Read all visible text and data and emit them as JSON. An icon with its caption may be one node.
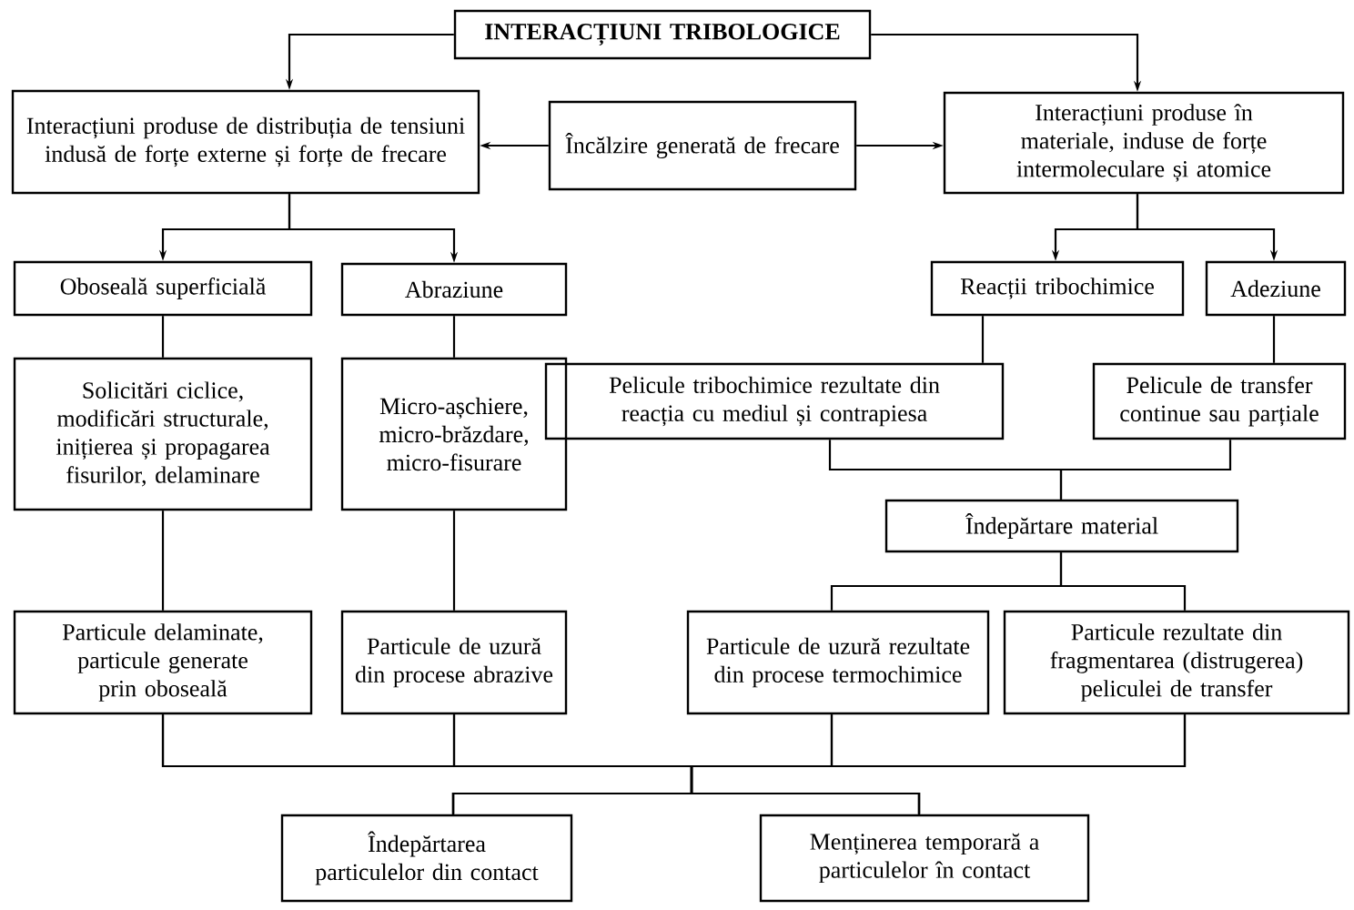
{
  "diagram": {
    "nodes": [
      {
        "text": [
          "INTERACȚIUNI TRIBOLOGICE"
        ]
      },
      {
        "text": [
          "Interacțiuni produse de distribuția de tensiuni indusă de forțe externe și forțe de frecare"
        ]
      },
      {
        "text": [
          "Încălzire generată de frecare"
        ]
      },
      {
        "text": [
          "Interacțiuni produse în materiale, induse de forțe intermoleculare și atomice"
        ]
      },
      {
        "text": [
          "Oboseală superficială"
        ]
      },
      {
        "text": [
          "Abraziune"
        ]
      },
      {
        "text": [
          "Reacții tribochimice"
        ]
      },
      {
        "text": [
          "Adeziune"
        ]
      },
      {
        "text": [
          "Solicitări ciclice, modificări structurale, inițierea și propagarea fisurilor, delaminare"
        ]
      },
      {
        "text": [
          "Micro-așchiere, micro-brăzdare, micro-fisurare"
        ]
      },
      {
        "text": [
          "Pelicule tribochimice rezultate din reacția cu mediul și contrapiesa"
        ]
      },
      {
        "text": [
          "Pelicule de transfer continue sau parțiale"
        ]
      },
      {
        "text": [
          "Îndepărtare material"
        ]
      },
      {
        "text": [
          "Particule delaminate, particule generate prin oboseală"
        ]
      },
      {
        "text": [
          "Particule de uzură din procese abrazive"
        ]
      },
      {
        "text": [
          "Particule de uzură rezultate din procese termochimice"
        ]
      },
      {
        "text": [
          "Particule rezultate din fragmentarea (distrugerea) peliculei de transfer"
        ]
      },
      {
        "text": [
          "Îndepărtarea particulelor din contact"
        ]
      },
      {
        "text": [
          "Menținerea temporară a particulelor în contact"
        ]
      }
    ],
    "edges": [
      {
        "from": 0,
        "to": 1,
        "arrow": "to"
      },
      {
        "from": 0,
        "to": 3,
        "arrow": "to"
      },
      {
        "from": 2,
        "to": 1,
        "arrow": "to"
      },
      {
        "from": 2,
        "to": 3,
        "arrow": "to"
      },
      {
        "from": 1,
        "to": 4,
        "arrow": "to"
      },
      {
        "from": 1,
        "to": 5,
        "arrow": "to"
      },
      {
        "from": 3,
        "to": 6,
        "arrow": "to"
      },
      {
        "from": 3,
        "to": 7,
        "arrow": "to"
      },
      {
        "from": 4,
        "to": 8,
        "arrow": "none"
      },
      {
        "from": 5,
        "to": 9,
        "arrow": "none"
      },
      {
        "from": 6,
        "to": 10,
        "arrow": "none"
      },
      {
        "from": 7,
        "to": 11,
        "arrow": "none"
      },
      {
        "from": 10,
        "to": 12,
        "arrow": "none"
      },
      {
        "from": 11,
        "to": 12,
        "arrow": "none"
      },
      {
        "from": 12,
        "to": 15,
        "arrow": "none"
      },
      {
        "from": 12,
        "to": 16,
        "arrow": "none"
      },
      {
        "from": 8,
        "to": 13,
        "arrow": "none"
      },
      {
        "from": 9,
        "to": 14,
        "arrow": "none"
      },
      {
        "from": 13,
        "to": 17,
        "arrow": "none"
      },
      {
        "from": 13,
        "to": 18,
        "arrow": "none"
      },
      {
        "from": 14,
        "to": 17,
        "arrow": "none"
      },
      {
        "from": 14,
        "to": 18,
        "arrow": "none"
      },
      {
        "from": 15,
        "to": 17,
        "arrow": "none"
      },
      {
        "from": 15,
        "to": 18,
        "arrow": "none"
      },
      {
        "from": 16,
        "to": 17,
        "arrow": "none"
      },
      {
        "from": 16,
        "to": 18,
        "arrow": "none"
      }
    ]
  }
}
